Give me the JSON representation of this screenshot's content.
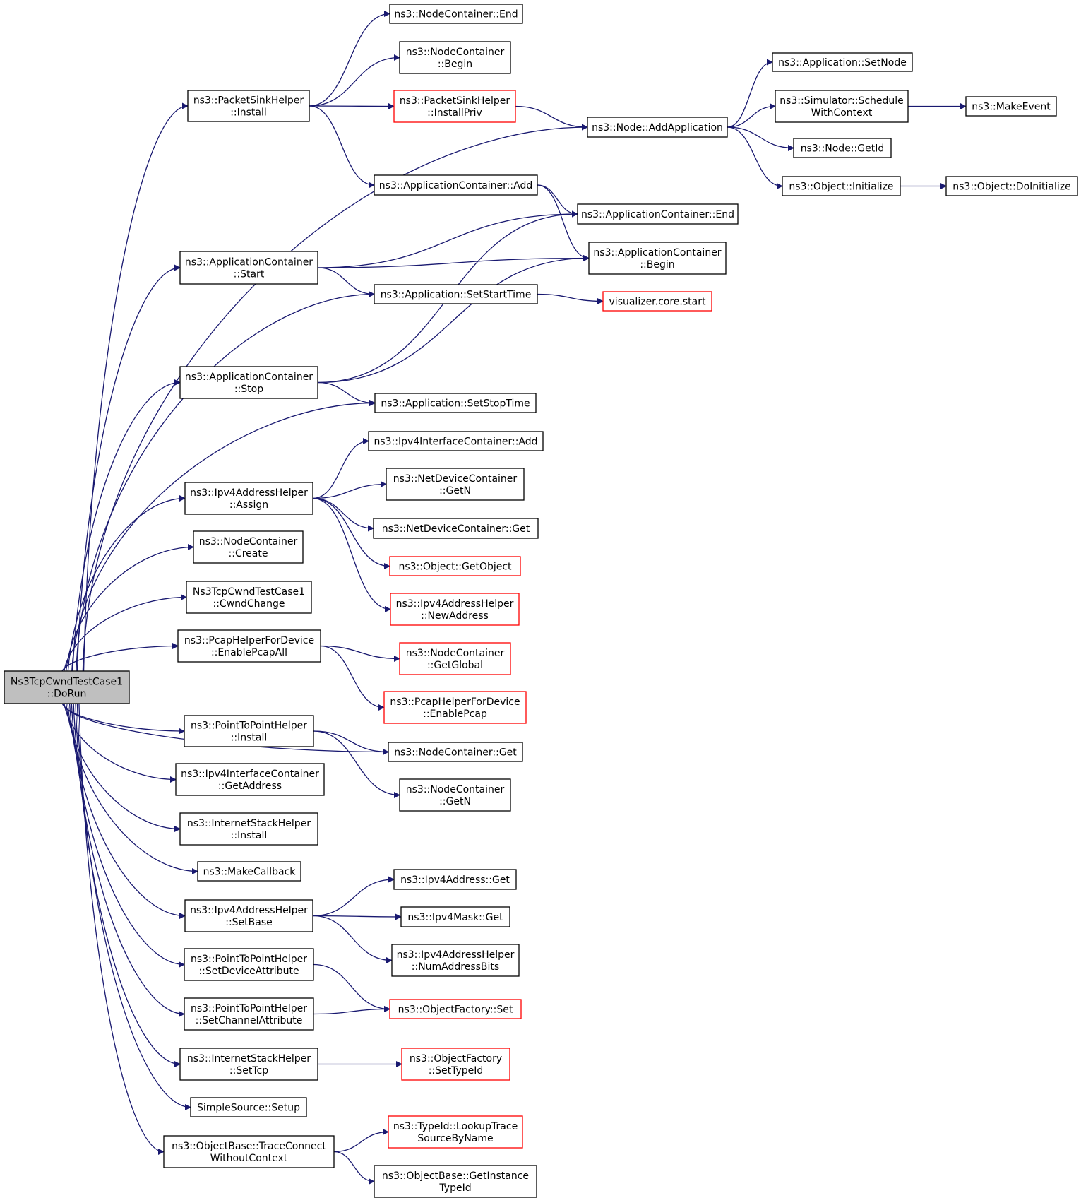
{
  "nodes": {
    "root": {
      "lines": [
        "Ns3TcpCwndTestCase1",
        "::DoRun"
      ],
      "style": "root"
    },
    "psh_install": {
      "lines": [
        "ns3::PacketSinkHelper",
        "::Install"
      ],
      "style": "normal"
    },
    "nc_end": {
      "lines": [
        "ns3::NodeContainer::End"
      ],
      "style": "normal"
    },
    "nc_begin": {
      "lines": [
        "ns3::NodeContainer",
        "::Begin"
      ],
      "style": "normal"
    },
    "psh_installpriv": {
      "lines": [
        "ns3::PacketSinkHelper",
        "::InstallPriv"
      ],
      "style": "red"
    },
    "app_setnode": {
      "lines": [
        "ns3::Application::SetNode"
      ],
      "style": "normal"
    },
    "sim_schedule": {
      "lines": [
        "ns3::Simulator::Schedule",
        "WithContext"
      ],
      "style": "normal"
    },
    "make_event": {
      "lines": [
        "ns3::MakeEvent"
      ],
      "style": "normal"
    },
    "node_addapp": {
      "lines": [
        "ns3::Node::AddApplication"
      ],
      "style": "normal"
    },
    "node_getid": {
      "lines": [
        "ns3::Node::GetId"
      ],
      "style": "normal"
    },
    "obj_init": {
      "lines": [
        "ns3::Object::Initialize"
      ],
      "style": "normal"
    },
    "obj_doinit": {
      "lines": [
        "ns3::Object::DoInitialize"
      ],
      "style": "normal"
    },
    "ac_add": {
      "lines": [
        "ns3::ApplicationContainer::Add"
      ],
      "style": "normal"
    },
    "ac_end": {
      "lines": [
        "ns3::ApplicationContainer::End"
      ],
      "style": "normal"
    },
    "ac_begin": {
      "lines": [
        "ns3::ApplicationContainer",
        "::Begin"
      ],
      "style": "normal"
    },
    "ac_start": {
      "lines": [
        "ns3::ApplicationContainer",
        "::Start"
      ],
      "style": "normal"
    },
    "app_setstart": {
      "lines": [
        "ns3::Application::SetStartTime"
      ],
      "style": "normal"
    },
    "vis_start": {
      "lines": [
        "visualizer.core.start"
      ],
      "style": "red"
    },
    "ac_stop": {
      "lines": [
        "ns3::ApplicationContainer",
        "::Stop"
      ],
      "style": "normal"
    },
    "app_setstop": {
      "lines": [
        "ns3::Application::SetStopTime"
      ],
      "style": "normal"
    },
    "ipv4ic_add": {
      "lines": [
        "ns3::Ipv4InterfaceContainer::Add"
      ],
      "style": "normal"
    },
    "ndc_getn": {
      "lines": [
        "ns3::NetDeviceContainer",
        "::GetN"
      ],
      "style": "normal"
    },
    "ipv4ah_assign": {
      "lines": [
        "ns3::Ipv4AddressHelper",
        "::Assign"
      ],
      "style": "normal"
    },
    "ndc_get": {
      "lines": [
        "ns3::NetDeviceContainer::Get"
      ],
      "style": "normal"
    },
    "obj_getobject": {
      "lines": [
        "ns3::Object::GetObject"
      ],
      "style": "red"
    },
    "ipv4ah_newaddr": {
      "lines": [
        "ns3::Ipv4AddressHelper",
        "::NewAddress"
      ],
      "style": "red"
    },
    "nc_create": {
      "lines": [
        "ns3::NodeContainer",
        "::Create"
      ],
      "style": "normal"
    },
    "cwnd_change": {
      "lines": [
        "Ns3TcpCwndTestCase1",
        "::CwndChange"
      ],
      "style": "normal"
    },
    "pcap_enableall": {
      "lines": [
        "ns3::PcapHelperForDevice",
        "::EnablePcapAll"
      ],
      "style": "normal"
    },
    "nc_getglobal": {
      "lines": [
        "ns3::NodeContainer",
        "::GetGlobal"
      ],
      "style": "red"
    },
    "pcap_enable": {
      "lines": [
        "ns3::PcapHelperForDevice",
        "::EnablePcap"
      ],
      "style": "red"
    },
    "p2p_install": {
      "lines": [
        "ns3::PointToPointHelper",
        "::Install"
      ],
      "style": "normal"
    },
    "nc_get": {
      "lines": [
        "ns3::NodeContainer::Get"
      ],
      "style": "normal"
    },
    "nc_getn": {
      "lines": [
        "ns3::NodeContainer",
        "::GetN"
      ],
      "style": "normal"
    },
    "ipv4ic_getaddr": {
      "lines": [
        "ns3::Ipv4InterfaceContainer",
        "::GetAddress"
      ],
      "style": "normal"
    },
    "ish_install": {
      "lines": [
        "ns3::InternetStackHelper",
        "::Install"
      ],
      "style": "normal"
    },
    "make_callback": {
      "lines": [
        "ns3::MakeCallback"
      ],
      "style": "normal"
    },
    "ipv4a_get": {
      "lines": [
        "ns3::Ipv4Address::Get"
      ],
      "style": "normal"
    },
    "ipv4ah_setbase": {
      "lines": [
        "ns3::Ipv4AddressHelper",
        "::SetBase"
      ],
      "style": "normal"
    },
    "ipv4m_get": {
      "lines": [
        "ns3::Ipv4Mask::Get"
      ],
      "style": "normal"
    },
    "ipv4ah_numbits": {
      "lines": [
        "ns3::Ipv4AddressHelper",
        "::NumAddressBits"
      ],
      "style": "normal"
    },
    "p2p_setdevattr": {
      "lines": [
        "ns3::PointToPointHelper",
        "::SetDeviceAttribute"
      ],
      "style": "normal"
    },
    "of_set": {
      "lines": [
        "ns3::ObjectFactory::Set"
      ],
      "style": "red"
    },
    "p2p_setchanattr": {
      "lines": [
        "ns3::PointToPointHelper",
        "::SetChannelAttribute"
      ],
      "style": "normal"
    },
    "ish_settcp": {
      "lines": [
        "ns3::InternetStackHelper",
        "::SetTcp"
      ],
      "style": "normal"
    },
    "of_settypeid": {
      "lines": [
        "ns3::ObjectFactory",
        "::SetTypeId"
      ],
      "style": "red"
    },
    "simple_setup": {
      "lines": [
        "SimpleSource::Setup"
      ],
      "style": "normal"
    },
    "ob_traceconnect": {
      "lines": [
        "ns3::ObjectBase::TraceConnect",
        "WithoutContext"
      ],
      "style": "normal"
    },
    "typeid_lookup": {
      "lines": [
        "ns3::TypeId::LookupTrace",
        "SourceByName"
      ],
      "style": "red"
    },
    "ob_getinstance": {
      "lines": [
        "ns3::ObjectBase::GetInstance",
        "TypeId"
      ],
      "style": "normal"
    }
  },
  "edges": [
    [
      "root",
      "psh_install"
    ],
    [
      "root",
      "node_addapp"
    ],
    [
      "root",
      "ac_start"
    ],
    [
      "root",
      "app_setstart"
    ],
    [
      "root",
      "ac_stop"
    ],
    [
      "root",
      "app_setstop"
    ],
    [
      "root",
      "ipv4ah_assign"
    ],
    [
      "root",
      "nc_create"
    ],
    [
      "root",
      "cwnd_change"
    ],
    [
      "root",
      "pcap_enableall"
    ],
    [
      "root",
      "nc_get"
    ],
    [
      "root",
      "p2p_install"
    ],
    [
      "root",
      "ipv4ic_getaddr"
    ],
    [
      "root",
      "ish_install"
    ],
    [
      "root",
      "make_callback"
    ],
    [
      "root",
      "ipv4ah_setbase"
    ],
    [
      "root",
      "p2p_setdevattr"
    ],
    [
      "root",
      "p2p_setchanattr"
    ],
    [
      "root",
      "ish_settcp"
    ],
    [
      "root",
      "simple_setup"
    ],
    [
      "root",
      "ob_traceconnect"
    ],
    [
      "psh_install",
      "nc_end"
    ],
    [
      "psh_install",
      "nc_begin"
    ],
    [
      "psh_install",
      "psh_installpriv"
    ],
    [
      "psh_install",
      "ac_add"
    ],
    [
      "psh_installpriv",
      "node_addapp"
    ],
    [
      "node_addapp",
      "app_setnode"
    ],
    [
      "node_addapp",
      "sim_schedule"
    ],
    [
      "node_addapp",
      "node_getid"
    ],
    [
      "node_addapp",
      "obj_init"
    ],
    [
      "sim_schedule",
      "make_event"
    ],
    [
      "obj_init",
      "obj_doinit"
    ],
    [
      "ac_add",
      "ac_end"
    ],
    [
      "ac_add",
      "ac_begin"
    ],
    [
      "ac_start",
      "ac_end"
    ],
    [
      "ac_start",
      "ac_begin"
    ],
    [
      "ac_start",
      "app_setstart"
    ],
    [
      "app_setstart",
      "vis_start"
    ],
    [
      "ac_stop",
      "ac_end"
    ],
    [
      "ac_stop",
      "ac_begin"
    ],
    [
      "ac_stop",
      "app_setstop"
    ],
    [
      "ipv4ah_assign",
      "ipv4ic_add"
    ],
    [
      "ipv4ah_assign",
      "ndc_getn"
    ],
    [
      "ipv4ah_assign",
      "ndc_get"
    ],
    [
      "ipv4ah_assign",
      "obj_getobject"
    ],
    [
      "ipv4ah_assign",
      "ipv4ah_newaddr"
    ],
    [
      "pcap_enableall",
      "nc_getglobal"
    ],
    [
      "pcap_enableall",
      "pcap_enable"
    ],
    [
      "p2p_install",
      "nc_get"
    ],
    [
      "p2p_install",
      "nc_getn"
    ],
    [
      "ipv4ah_setbase",
      "ipv4a_get"
    ],
    [
      "ipv4ah_setbase",
      "ipv4m_get"
    ],
    [
      "ipv4ah_setbase",
      "ipv4ah_numbits"
    ],
    [
      "p2p_setdevattr",
      "of_set"
    ],
    [
      "p2p_setchanattr",
      "of_set"
    ],
    [
      "ish_settcp",
      "of_settypeid"
    ],
    [
      "ob_traceconnect",
      "typeid_lookup"
    ],
    [
      "ob_traceconnect",
      "ob_getinstance"
    ]
  ]
}
